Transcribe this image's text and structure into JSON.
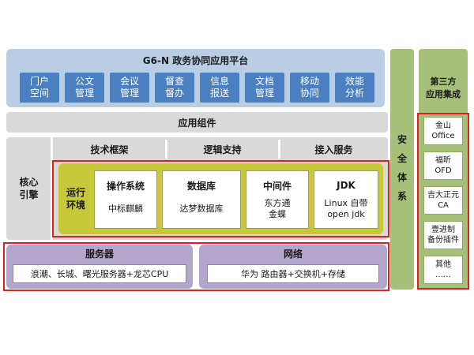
{
  "platform": {
    "title": "G6-N  政务协同应用平台",
    "modules": [
      "门户\n空间",
      "公文\n管理",
      "会议\n管理",
      "督查\n督办",
      "信息\n报送",
      "文档\n管理",
      "移动\n协同",
      "效能\n分析"
    ]
  },
  "app_components": "应用组件",
  "core": {
    "label": "核心\n引擎",
    "headers": [
      "技术框架",
      "逻辑支持",
      "接入服务"
    ]
  },
  "runtime": {
    "label": "运行\n环境",
    "boxes": [
      {
        "title": "操作系统",
        "sub": "中标麒麟"
      },
      {
        "title": "数据库",
        "sub": "达梦数据库"
      },
      {
        "title": "中间件",
        "sub": "东方通\n金蝶"
      },
      {
        "title": "JDK",
        "sub": "Linux 自带\nopen jdk"
      }
    ]
  },
  "server": {
    "title": "服务器",
    "content": "浪潮、长城、曙光服务器+龙芯CPU"
  },
  "network": {
    "title": "网络",
    "content": "华为 路由器+交换机+存储"
  },
  "security": {
    "chars": [
      "安",
      "全",
      "体",
      "系"
    ]
  },
  "third_party": {
    "title": "第三方\n应用集成",
    "items": [
      "金山\nOffice",
      "福昕\nOFD",
      "吉大正元\nCA",
      "壹进制\n备份插件",
      "其他\n……"
    ]
  },
  "colors": {
    "platform_bg": "#b9cde4",
    "module_bg": "#4a7fc1",
    "runtime_bg": "#c7c93a",
    "side_green": "#a6c07a",
    "purple": "#b3a6cc",
    "highlight_red": "#e02020"
  }
}
